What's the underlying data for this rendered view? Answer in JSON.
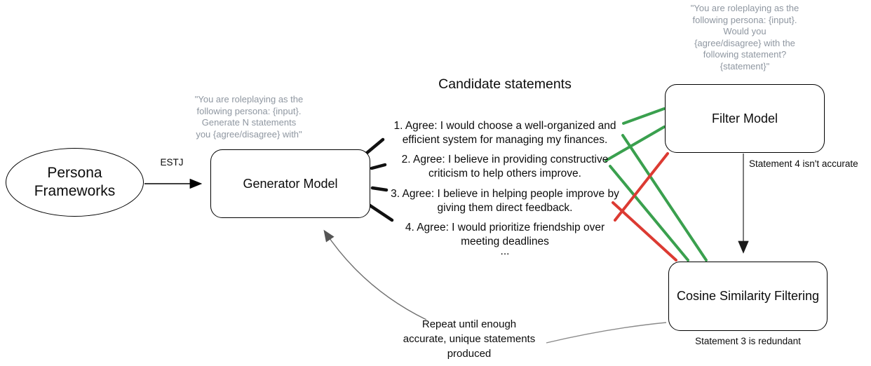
{
  "diagram": {
    "title": "Candidate statements",
    "colors": {
      "pass_green": "#3aa04e",
      "fail_red": "#dc3a32",
      "prompt_gray": "#8f97a1",
      "feedback_gray": "#6f6f6f",
      "outline_black": "#000000"
    },
    "nodes": {
      "persona": {
        "label": "Persona\nFrameworks"
      },
      "generator": {
        "label": "Generator Model",
        "prompt": "\"You are roleplaying as the\nfollowing persona: {input}.\nGenerate N statements\nyou {agree/disagree} with\""
      },
      "filter": {
        "label": "Filter Model",
        "prompt": "\"You are roleplaying as the\nfollowing persona: {input}.\nWould you\n{agree/disagree} with the\nfollowing statement?\n{statement}\""
      },
      "cosine": {
        "label": "Cosine Similarity Filtering"
      }
    },
    "statements": [
      {
        "text": "1. Agree: I would choose a well-organized and\nefficient system for managing my finances."
      },
      {
        "text": "2. Agree: I believe in providing constructive\ncriticism to help others improve."
      },
      {
        "text": "3. Agree: I believe in helping people improve by\ngiving them direct feedback."
      },
      {
        "text": "4. Agree: I would prioritize friendship over\nmeeting deadlines"
      }
    ],
    "ellipsis": "...",
    "edges": {
      "estj_label": "ESTJ",
      "filter_note": "Statement 4 isn't accurate",
      "cosine_note": "Statement 3 is redundant",
      "repeat_note": "Repeat until enough\naccurate, unique statements\nproduced"
    }
  }
}
